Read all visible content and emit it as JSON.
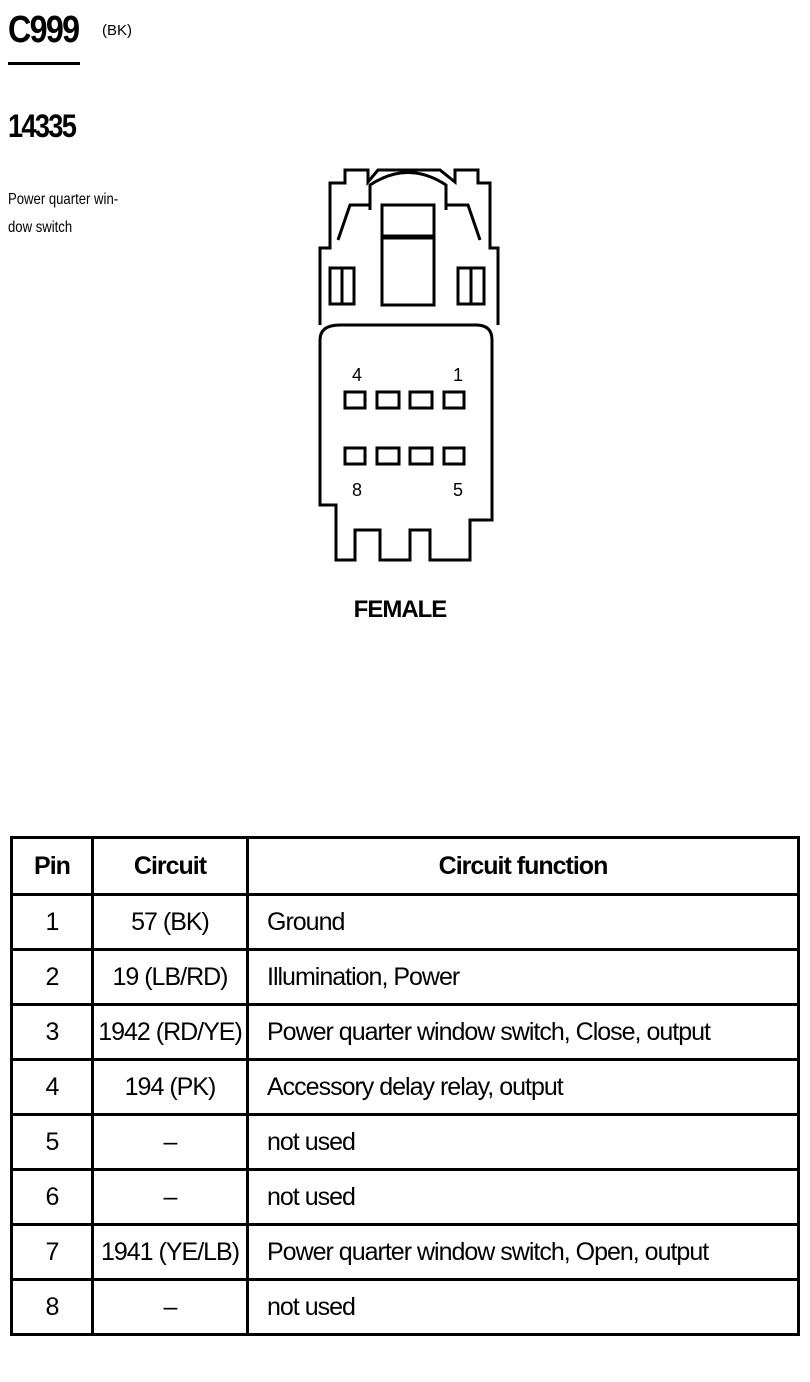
{
  "header": {
    "connector_id": "C999",
    "color_code": "(BK)",
    "part_number": "14335",
    "description": "Power quarter win-\ndow switch"
  },
  "connector": {
    "pin_labels": {
      "top_left": "4",
      "top_right": "1",
      "bottom_left": "8",
      "bottom_right": "5"
    },
    "gender_label": "FEMALE"
  },
  "table": {
    "headers": [
      "Pin",
      "Circuit",
      "Circuit function"
    ],
    "rows": [
      {
        "pin": "1",
        "circuit": "57 (BK)",
        "function": "Ground"
      },
      {
        "pin": "2",
        "circuit": "19 (LB/RD)",
        "function": "Illumination, Power"
      },
      {
        "pin": "3",
        "circuit": "1942 (RD/YE)",
        "function": "Power quarter window switch, Close, output"
      },
      {
        "pin": "4",
        "circuit": "194 (PK)",
        "function": "Accessory delay relay, output"
      },
      {
        "pin": "5",
        "circuit": "–",
        "function": "not used"
      },
      {
        "pin": "6",
        "circuit": "–",
        "function": "not used"
      },
      {
        "pin": "7",
        "circuit": "1941 (YE/LB)",
        "function": "Power quarter window switch, Open, output"
      },
      {
        "pin": "8",
        "circuit": "–",
        "function": "not used"
      }
    ]
  }
}
